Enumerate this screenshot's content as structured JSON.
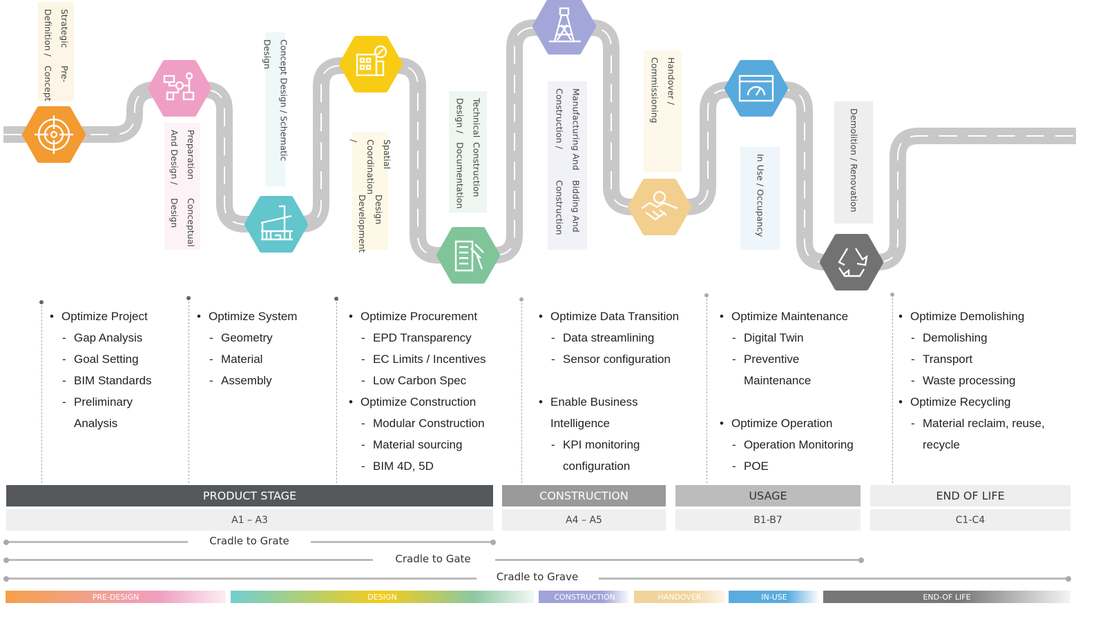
{
  "phases": [
    {
      "line1": "Strategic Definition /",
      "line2": "Pre-Concept",
      "icon": "target-icon",
      "color": "#f39a30"
    },
    {
      "line1": "Preparation And Design /",
      "line2": "Conceptual Design",
      "icon": "flowchart-icon",
      "color": "#ef9fc6"
    },
    {
      "line1": "Concept Design / Schematic Design",
      "line2": "",
      "icon": "building-icon",
      "color": "#62c6cc"
    },
    {
      "line1": "Spatial Coordination /",
      "line2": "Design Development",
      "icon": "office-building-icon",
      "color": "#f8cc14"
    },
    {
      "line1": "Technical Design /",
      "line2": "Construction Documentation",
      "icon": "document-gavel-icon",
      "color": "#80c49a"
    },
    {
      "line1": "Manufacturing And Construction /",
      "line2": "Bidding And Construction",
      "icon": "oil-rig-icon",
      "color": "#a3a6d8"
    },
    {
      "line1": "Handover / Commissioning",
      "line2": "",
      "icon": "handshake-gear-icon",
      "color": "#f2cf8e"
    },
    {
      "line1": "In Use / Occupancy",
      "line2": "",
      "icon": "dashboard-window-icon",
      "color": "#58a9dc"
    },
    {
      "line1": "Demolition / Renovation",
      "line2": "",
      "icon": "recycle-icon",
      "color": "#727272"
    }
  ],
  "columns": [
    {
      "rows": [
        {
          "k": "b",
          "t": "Optimize Project"
        },
        {
          "k": "s",
          "t": "Gap Analysis"
        },
        {
          "k": "s",
          "t": "Goal Setting"
        },
        {
          "k": "s",
          "t": "BIM Standards"
        },
        {
          "k": "s",
          "t": "Preliminary"
        },
        {
          "k": "c",
          "t": "Analysis"
        }
      ]
    },
    {
      "rows": [
        {
          "k": "b",
          "t": "Optimize System"
        },
        {
          "k": "s",
          "t": "Geometry"
        },
        {
          "k": "s",
          "t": "Material"
        },
        {
          "k": "s",
          "t": "Assembly"
        }
      ]
    },
    {
      "rows": [
        {
          "k": "b",
          "t": "Optimize Procurement"
        },
        {
          "k": "s",
          "t": "EPD Transparency"
        },
        {
          "k": "s",
          "t": "EC Limits / Incentives"
        },
        {
          "k": "s",
          "t": "Low Carbon Spec"
        },
        {
          "k": "b",
          "t": "Optimize Construction"
        },
        {
          "k": "s",
          "t": "Modular Construction"
        },
        {
          "k": "s",
          "t": "Material sourcing"
        },
        {
          "k": "s",
          "t": "BIM 4D, 5D"
        }
      ]
    },
    {
      "rows": [
        {
          "k": "b",
          "t": "Optimize Data Transition"
        },
        {
          "k": "s",
          "t": "Data streamlining"
        },
        {
          "k": "s",
          "t": "Sensor configuration"
        },
        {
          "k": "g",
          "t": ""
        },
        {
          "k": "b",
          "t": "Enable Business"
        },
        {
          "k": "bc",
          "t": "Intelligence"
        },
        {
          "k": "s",
          "t": "KPI monitoring"
        },
        {
          "k": "c",
          "t": "configuration"
        }
      ]
    },
    {
      "rows": [
        {
          "k": "b",
          "t": "Optimize Maintenance"
        },
        {
          "k": "s",
          "t": "Digital Twin"
        },
        {
          "k": "s",
          "t": "Preventive"
        },
        {
          "k": "c",
          "t": "Maintenance"
        },
        {
          "k": "g",
          "t": ""
        },
        {
          "k": "b",
          "t": "Optimize Operation"
        },
        {
          "k": "s",
          "t": "Operation Monitoring"
        },
        {
          "k": "s",
          "t": "POE"
        }
      ]
    },
    {
      "rows": [
        {
          "k": "b",
          "t": "Optimize Demolishing"
        },
        {
          "k": "s",
          "t": "Demolishing"
        },
        {
          "k": "s",
          "t": "Transport"
        },
        {
          "k": "s",
          "t": "Waste processing"
        },
        {
          "k": "b",
          "t": "Optimize Recycling"
        },
        {
          "k": "s",
          "t": "Material reclaim, reuse,"
        },
        {
          "k": "c",
          "t": "recycle"
        }
      ]
    }
  ],
  "stages": [
    {
      "name": "PRODUCT STAGE",
      "code": "A1 – A3",
      "color": "#55585b"
    },
    {
      "name": "CONSTRUCTION",
      "code": "A4 – A5",
      "color": "#9a9a9a"
    },
    {
      "name": "USAGE",
      "code": "B1-B7",
      "color": "#bcbcbc"
    },
    {
      "name": "END OF LIFE",
      "code": "C1-C4",
      "color": "#eeeeee"
    }
  ],
  "scopes": [
    {
      "label": "Cradle to Grate"
    },
    {
      "label": "Cradle to Gate"
    },
    {
      "label": "Cradle to Grave"
    }
  ],
  "phase_bar": [
    {
      "label": "PRE-DESIGN"
    },
    {
      "label": "DESIGN"
    },
    {
      "label": "CONSTRUCTION"
    },
    {
      "label": "HANDOVER"
    },
    {
      "label": "IN-USE"
    },
    {
      "label": "END-OF LIFE"
    }
  ]
}
